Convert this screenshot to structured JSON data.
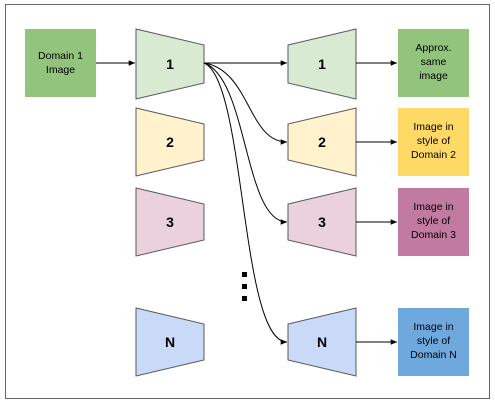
{
  "input": {
    "label_lines": [
      "Domain 1",
      "Image"
    ],
    "fill": "#93c47d"
  },
  "encoders": [
    {
      "label": "1",
      "fill": "#d9ead3"
    },
    {
      "label": "2",
      "fill": "#fff2cc"
    },
    {
      "label": "3",
      "fill": "#ead1dc"
    },
    {
      "label": "N",
      "fill": "#c9daf8"
    }
  ],
  "decoders": [
    {
      "label": "1",
      "fill": "#d9ead3"
    },
    {
      "label": "2",
      "fill": "#fff2cc"
    },
    {
      "label": "3",
      "fill": "#ead1dc"
    },
    {
      "label": "N",
      "fill": "#c9daf8"
    }
  ],
  "outputs": [
    {
      "label_lines": [
        "Approx.",
        "same",
        "image"
      ],
      "fill": "#93c47d"
    },
    {
      "label_lines": [
        "Image in",
        "style of",
        "Domain 2"
      ],
      "fill": "#ffd966"
    },
    {
      "label_lines": [
        "Image in",
        "style of",
        "Domain 3"
      ],
      "fill": "#c27ba0"
    },
    {
      "label_lines": [
        "Image in",
        "style of",
        "Domain N"
      ],
      "fill": "#6fa8dc"
    }
  ],
  "ellipsis": "⋮",
  "colors": {
    "frame": "#666666",
    "stroke": "#595959",
    "arrow": "#000000"
  }
}
